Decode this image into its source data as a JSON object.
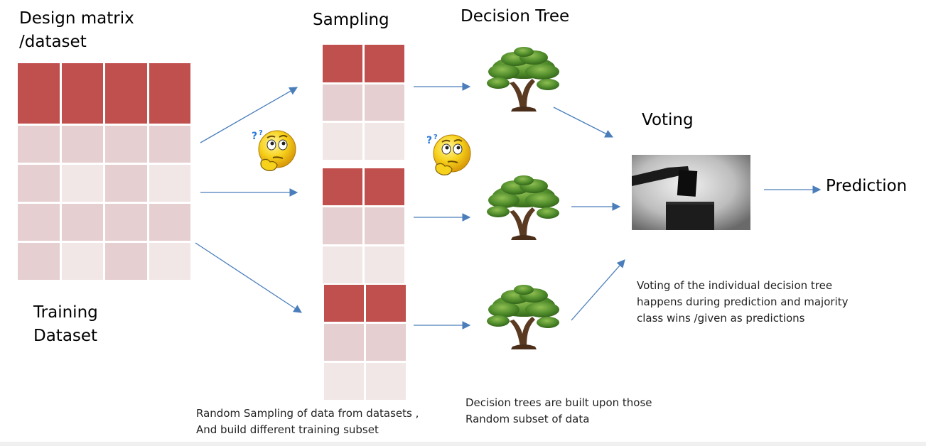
{
  "labels": {
    "design_matrix": "Design matrix\n/dataset",
    "training_dataset": "Training\nDataset",
    "sampling": "Sampling",
    "decision_tree": "Decision Tree",
    "voting": "Voting",
    "prediction": "Prediction"
  },
  "notes": {
    "sampling_note": "Random Sampling of data from datasets ,\nAnd build different training subset",
    "tree_note": "Decision trees are built upon those\nRandom subset of data",
    "voting_note": "Voting of the individual decision tree\nhappens during prediction and majority\nclass wins /given as predictions"
  },
  "icons": {
    "thinking_face": "thinking-face-icon",
    "tree": "bonsai-tree-icon",
    "ballot": "ballot-box-image"
  },
  "colors": {
    "header_cell": "#c0504d",
    "light_cell": "#e6cfd0",
    "lighter_cell": "#f2e7e7",
    "arrow": "#4a7ebb"
  }
}
